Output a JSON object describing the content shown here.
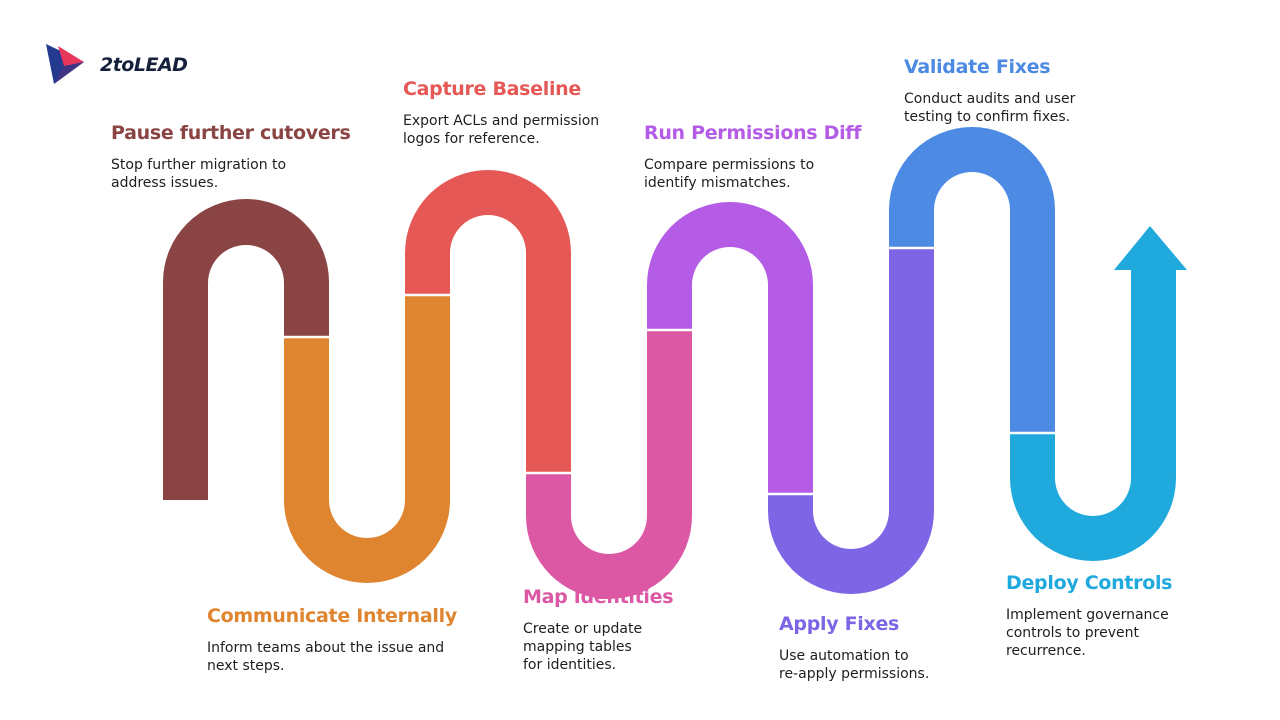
{
  "brand": {
    "name": "2toLEAD",
    "colors": {
      "blue": "#233a8e",
      "red": "#e8375c"
    }
  },
  "steps": [
    {
      "title": "Pause further cutovers",
      "desc": "Stop further migration to\naddress issues.",
      "color": "#8a4443"
    },
    {
      "title": "Communicate Internally",
      "desc": "Inform teams about the issue and\nnext steps.",
      "color": "#df8530"
    },
    {
      "title": "Capture Baseline",
      "desc": "Export ACLs and permission\nlogos for reference.",
      "color": "#e55856"
    },
    {
      "title": "Map Identities",
      "desc": "Create or update\nmapping tables\nfor identities.",
      "color": "#dc57a4"
    },
    {
      "title": "Run Permissions Diff",
      "desc": "Compare permissions to\nidentify mismatches.",
      "color": "#b45ce6"
    },
    {
      "title": "Apply Fixes",
      "desc": "Use automation to\nre-apply permissions.",
      "color": "#7d65e6"
    },
    {
      "title": "Validate Fixes",
      "desc": "Conduct audits and user\ntesting to confirm fixes.",
      "color": "#4c8ae3"
    },
    {
      "title": "Deploy Controls",
      "desc": "Implement governance\ncontrols to prevent\nrecurrence.",
      "color": "#1fa9dd"
    }
  ],
  "connector": {
    "divider_color": "#ffffff",
    "arrow_color": "#1fa9dd"
  }
}
